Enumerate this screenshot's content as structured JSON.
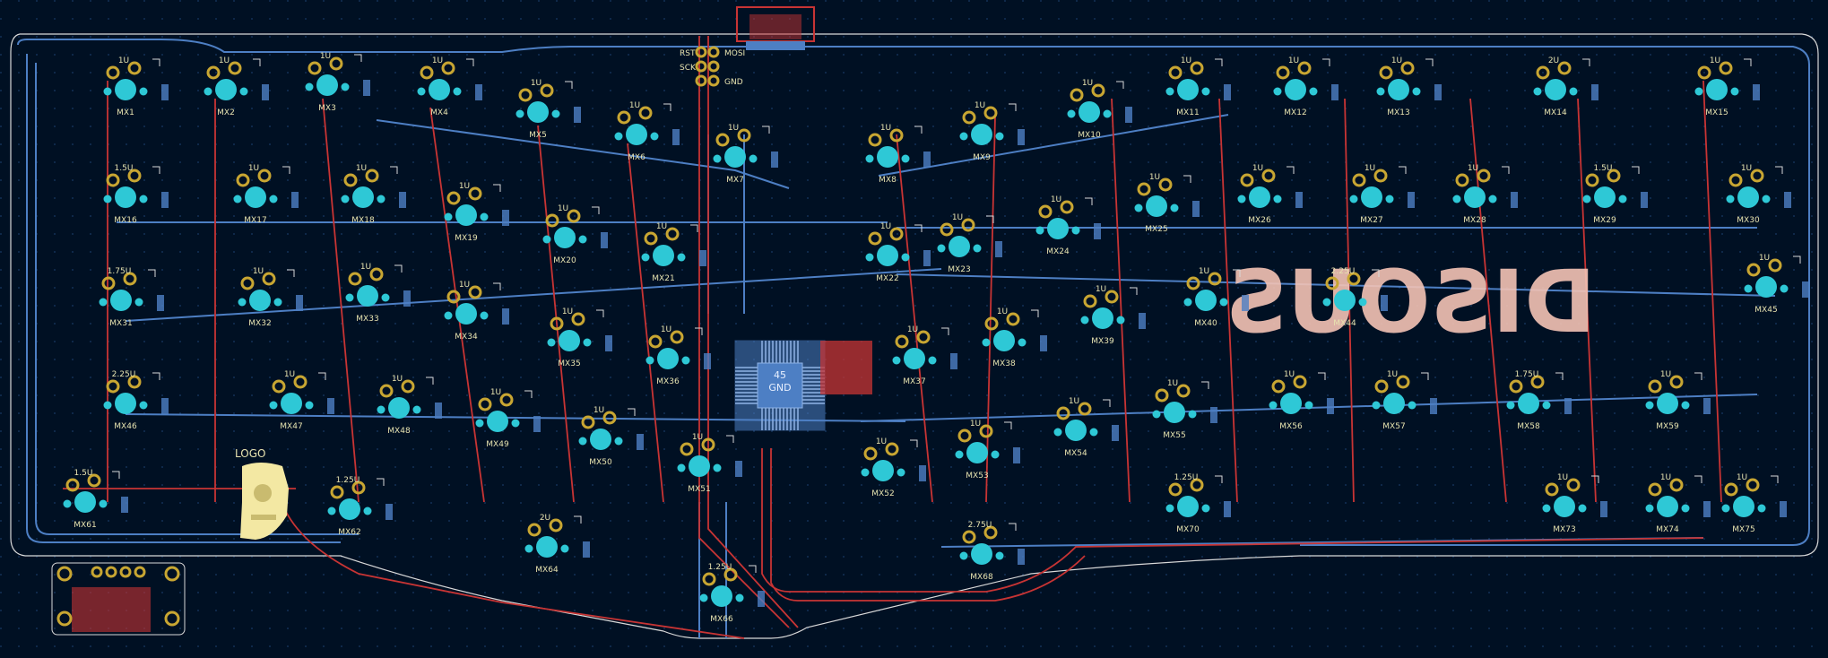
{
  "colors": {
    "background": "#001023",
    "grid_dot": "#123055",
    "outline": "#d9d9d9",
    "trace_blue": "#4d7fc4",
    "trace_red": "#c83434",
    "pad_gold": "#c8a632",
    "hole_cyan": "#2ec8d6",
    "label": "#e7e3b0",
    "brand_text": "#f4c3b5",
    "chip_blue": "#4d7fc4",
    "pink_block": "#c83434"
  },
  "brand": "DISOUS",
  "logo": {
    "label": "LOGO",
    "image_icon": "portrait-logo-icon"
  },
  "mcu": {
    "line1": "45",
    "line2": "GND"
  },
  "header_pins": [
    "RST",
    "SCK",
    "MOSI",
    "GND"
  ],
  "switches": [
    {
      "id": "MX1",
      "size": "1U"
    },
    {
      "id": "MX2",
      "size": "1U"
    },
    {
      "id": "MX3",
      "size": "1U"
    },
    {
      "id": "MX4",
      "size": "1U"
    },
    {
      "id": "MX5",
      "size": "1U"
    },
    {
      "id": "MX6",
      "size": "1U"
    },
    {
      "id": "MX7",
      "size": "1U"
    },
    {
      "id": "MX8",
      "size": "1U"
    },
    {
      "id": "MX9",
      "size": "1U"
    },
    {
      "id": "MX10",
      "size": "1U"
    },
    {
      "id": "MX11",
      "size": "1U"
    },
    {
      "id": "MX12",
      "size": "1U"
    },
    {
      "id": "MX13",
      "size": "1U"
    },
    {
      "id": "MX14",
      "size": "2U"
    },
    {
      "id": "MX15",
      "size": "1U"
    },
    {
      "id": "MX16",
      "size": "1.5U"
    },
    {
      "id": "MX17",
      "size": "1U"
    },
    {
      "id": "MX18",
      "size": "1U"
    },
    {
      "id": "MX19",
      "size": "1U"
    },
    {
      "id": "MX20",
      "size": "1U"
    },
    {
      "id": "MX21",
      "size": "1U"
    },
    {
      "id": "MX22",
      "size": "1U"
    },
    {
      "id": "MX23",
      "size": "1U"
    },
    {
      "id": "MX24",
      "size": "1U"
    },
    {
      "id": "MX25",
      "size": "1U"
    },
    {
      "id": "MX26",
      "size": "1U"
    },
    {
      "id": "MX27",
      "size": "1U"
    },
    {
      "id": "MX28",
      "size": "1U"
    },
    {
      "id": "MX29",
      "size": "1.5U"
    },
    {
      "id": "MX30",
      "size": "1U"
    },
    {
      "id": "MX31",
      "size": "1.75U"
    },
    {
      "id": "MX32",
      "size": "1U"
    },
    {
      "id": "MX33",
      "size": "1U"
    },
    {
      "id": "MX34",
      "size": "1U"
    },
    {
      "id": "MX35",
      "size": "1U"
    },
    {
      "id": "MX36",
      "size": "1U"
    },
    {
      "id": "MX37",
      "size": "1U"
    },
    {
      "id": "MX38",
      "size": "1U"
    },
    {
      "id": "MX39",
      "size": "1U"
    },
    {
      "id": "MX40",
      "size": "1U"
    },
    {
      "id": "MX44",
      "size": "2.25U"
    },
    {
      "id": "MX45",
      "size": "1U"
    },
    {
      "id": "MX46",
      "size": "2.25U"
    },
    {
      "id": "MX47",
      "size": "1U"
    },
    {
      "id": "MX48",
      "size": "1U"
    },
    {
      "id": "MX49",
      "size": "1U"
    },
    {
      "id": "MX50",
      "size": "1U"
    },
    {
      "id": "MX51",
      "size": "1U"
    },
    {
      "id": "MX52",
      "size": "1U"
    },
    {
      "id": "MX53",
      "size": "1U"
    },
    {
      "id": "MX54",
      "size": "1U"
    },
    {
      "id": "MX55",
      "size": "1U"
    },
    {
      "id": "MX56",
      "size": "1U"
    },
    {
      "id": "MX57",
      "size": "1U"
    },
    {
      "id": "MX58",
      "size": "1.75U"
    },
    {
      "id": "MX59",
      "size": "1U"
    },
    {
      "id": "MX61",
      "size": "1.5U"
    },
    {
      "id": "MX62",
      "size": "1.25U"
    },
    {
      "id": "MX64",
      "size": "2U"
    },
    {
      "id": "MX66",
      "size": "1.25U"
    },
    {
      "id": "MX68",
      "size": "2.75U"
    },
    {
      "id": "MX70",
      "size": "1.25U"
    },
    {
      "id": "MX73",
      "size": "1U"
    },
    {
      "id": "MX74",
      "size": "1U"
    },
    {
      "id": "MX75",
      "size": "1U"
    }
  ]
}
